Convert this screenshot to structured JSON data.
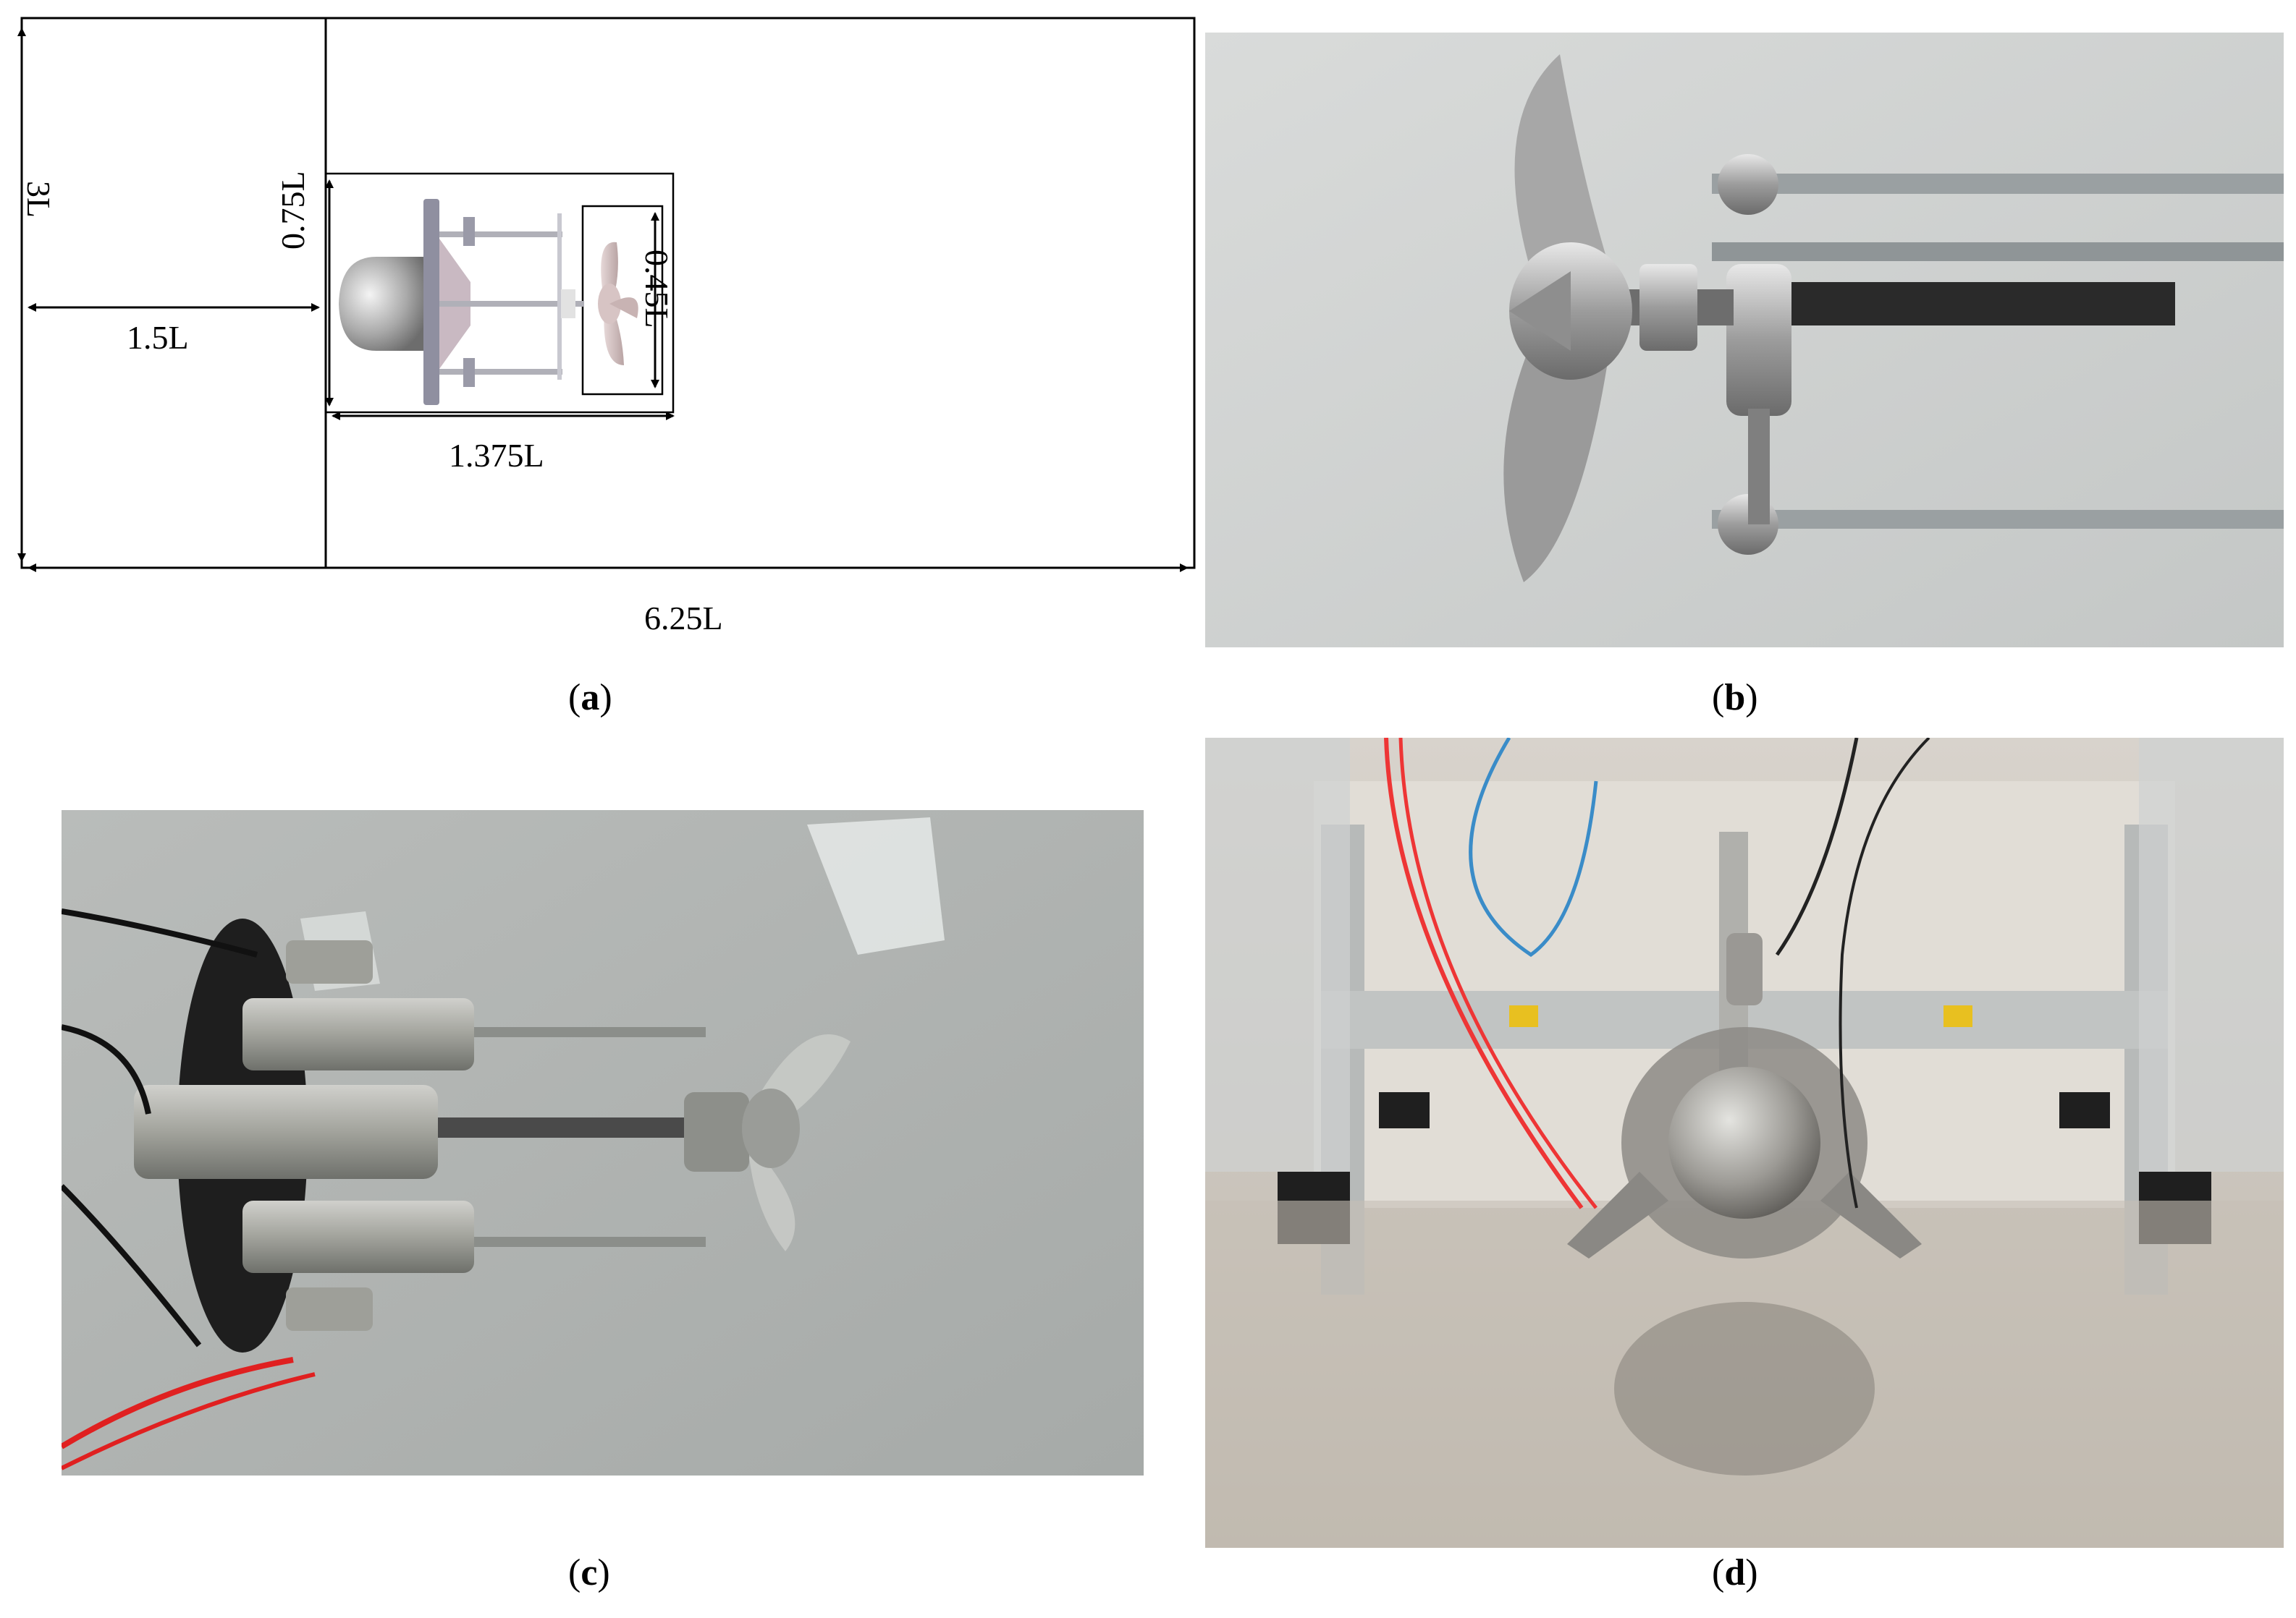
{
  "panel_a": {
    "caption_letter": "a",
    "dims": {
      "height": "3L",
      "upstream": "1.5L",
      "domain_length": "6.25L",
      "box_height": "0.75L",
      "box_length": "1.375L",
      "disk_diameter": "0.45L"
    }
  },
  "panel_b": {
    "caption_letter": "b"
  },
  "panel_c": {
    "caption_letter": "c"
  },
  "panel_d": {
    "caption_letter": "d"
  }
}
